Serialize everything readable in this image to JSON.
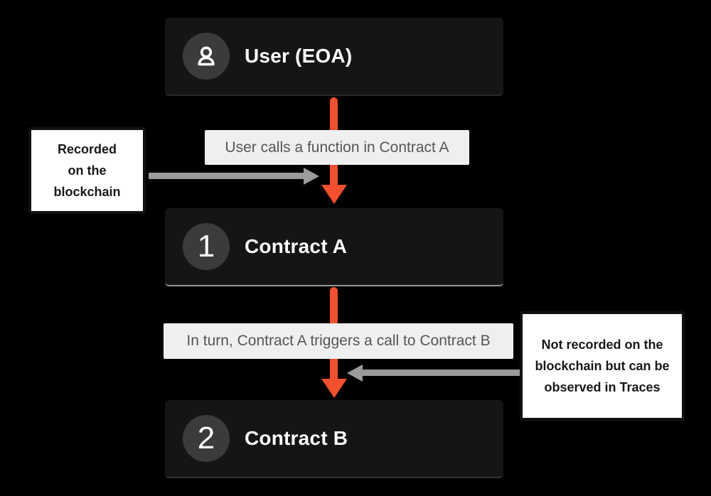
{
  "diagram": {
    "title_semantic": "Contract call flow: User EOA to Contract A to Contract B",
    "colors": {
      "background": "#000000",
      "node_background": "#151515",
      "badge_circle": "#3b3b3b",
      "node_text": "#ffffff",
      "flow_arrow_orange": "#f2502e",
      "annotation_arrow_gray": "#9b9b9b",
      "flow_label_background": "#efefef",
      "flow_label_text": "#55565b",
      "note_background": "#ffffff",
      "note_border": "#111111",
      "note_text": "#17181c"
    },
    "nodes": [
      {
        "id": "user",
        "badge_icon": "user-icon",
        "title": "User (EOA)"
      },
      {
        "id": "contract-a",
        "badge_label": "1",
        "title": "Contract A"
      },
      {
        "id": "contract-b",
        "badge_label": "2",
        "title": "Contract B"
      }
    ],
    "flow_labels": [
      {
        "text": "User calls a function in Contract A"
      },
      {
        "text": "In turn, Contract A triggers a call to Contract B"
      }
    ],
    "notes": [
      {
        "text": "Recorded on the blockchain",
        "points_to": "first call arrow",
        "arrow_direction": "right"
      },
      {
        "text": "Not recorded on the blockchain but can be observed in Traces",
        "points_to": "second call arrow",
        "arrow_direction": "left"
      }
    ],
    "connectors": [
      {
        "type": "arrow",
        "color": "#f2502e",
        "direction": "down",
        "from": "user",
        "to": "contract-a"
      },
      {
        "type": "arrow",
        "color": "#f2502e",
        "direction": "down",
        "from": "contract-a",
        "to": "contract-b"
      },
      {
        "type": "arrow",
        "color": "#9b9b9b",
        "direction": "right",
        "from": "note-left",
        "to": "arrow-user-to-a"
      },
      {
        "type": "arrow",
        "color": "#9b9b9b",
        "direction": "left",
        "from": "note-right",
        "to": "arrow-a-to-b"
      }
    ]
  }
}
